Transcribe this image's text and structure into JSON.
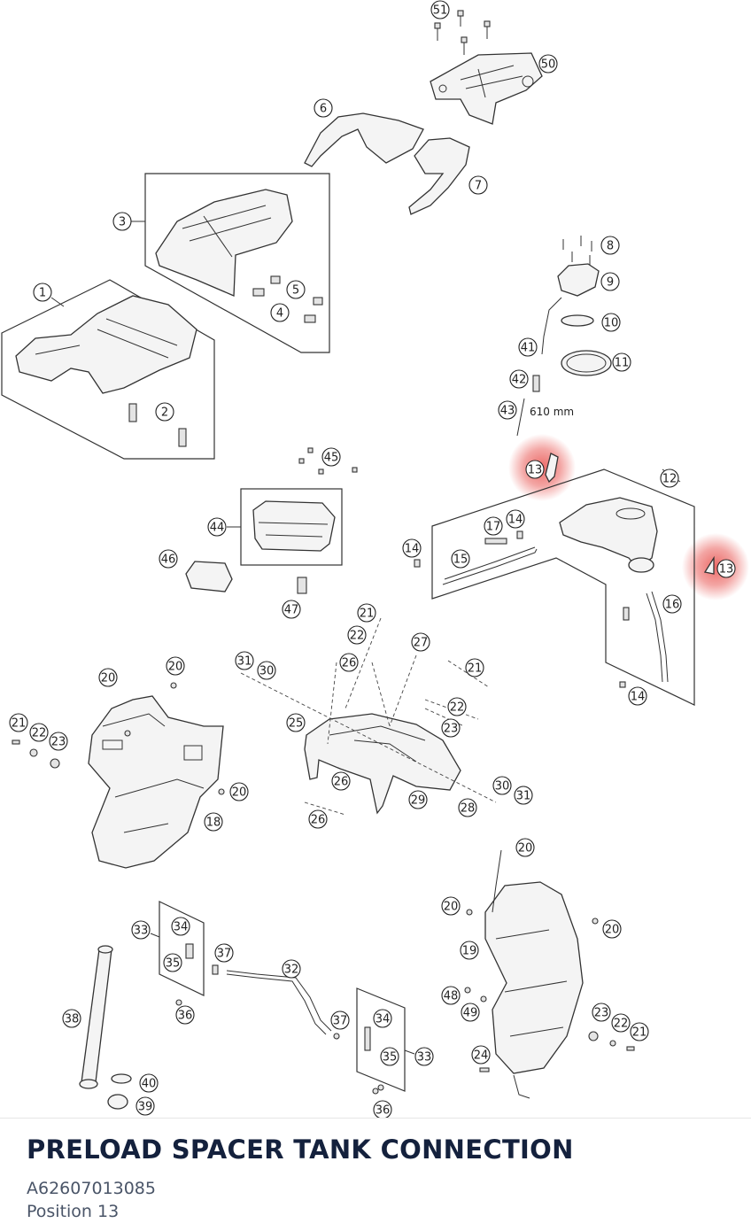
{
  "diagram": {
    "callouts": [
      "51",
      "50",
      "6",
      "7",
      "3",
      "5",
      "4",
      "1",
      "2",
      "8",
      "9",
      "10",
      "41",
      "11",
      "42",
      "43",
      "13",
      "12",
      "45",
      "44",
      "46",
      "47",
      "17",
      "14",
      "14",
      "15",
      "13",
      "16",
      "14",
      "21",
      "22",
      "27",
      "21",
      "31",
      "30",
      "26",
      "20",
      "20",
      "22",
      "25",
      "23",
      "21",
      "22",
      "23",
      "20",
      "26",
      "30",
      "31",
      "18",
      "29",
      "28",
      "26",
      "20",
      "20",
      "20",
      "33",
      "34",
      "35",
      "37",
      "32",
      "19",
      "48",
      "49",
      "38",
      "36",
      "37",
      "34",
      "35",
      "33",
      "23",
      "22",
      "21",
      "24",
      "40",
      "39",
      "36"
    ],
    "measurement_label": "610 mm",
    "highlight_color": "#e53935"
  },
  "footer": {
    "title": "PRELOAD SPACER TANK CONNECTION",
    "part_number": "A62607013085",
    "position": "Position 13"
  }
}
